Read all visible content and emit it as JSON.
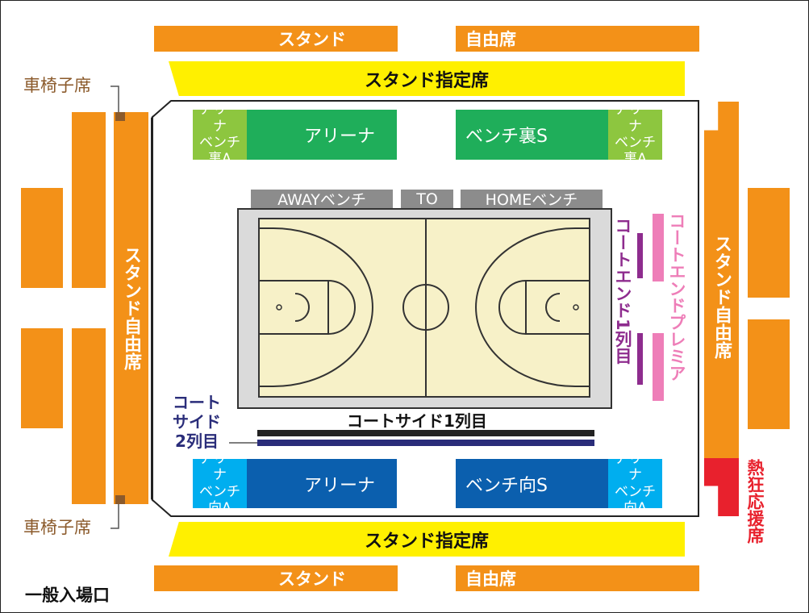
{
  "colors": {
    "stand": "#F39118",
    "reserved": "#FFF000",
    "arena_green": "#1FAE5A",
    "arena_light_green": "#8DC63F",
    "arena_blue": "#0B5FAE",
    "arena_light_blue": "#00AEEF",
    "court_fill": "#F7F1C8",
    "wheelchair_label": "#8B5A2B",
    "courtside_second": "#2A2D7A",
    "court_end_first": "#8E2C8E",
    "court_end_premier": "#EE7EB8",
    "fanatic": "#E8212D"
  },
  "top": {
    "stand": "スタンド",
    "free": "自由席",
    "reserved": "スタンド指定席"
  },
  "bottom": {
    "stand": "スタンド",
    "free": "自由席",
    "reserved": "スタンド指定席"
  },
  "left": {
    "wheelchair_top": "車椅子席",
    "wheelchair_bottom": "車椅子席",
    "stand_free": "スタンド自由席"
  },
  "right": {
    "stand_free": "スタンド自由席",
    "fanatic": "熱狂応援席"
  },
  "arena_top": {
    "left_bench_back_l1": "アリーナ",
    "left_bench_back_l2": "ベンチ裏A",
    "left_main": "アリーナ",
    "right_main": "ベンチ裏S",
    "right_bench_back_l1": "アリーナ",
    "right_bench_back_l2": "ベンチ裏A"
  },
  "arena_bottom": {
    "left_bench_face_l1": "アリーナ",
    "left_bench_face_l2": "ベンチ向A",
    "left_main": "アリーナ",
    "right_main": "ベンチ向S",
    "right_bench_face_l1": "アリーナ",
    "right_bench_face_l2": "ベンチ向A"
  },
  "benches": {
    "away": "AWAYベンチ",
    "to": "TO",
    "home": "HOMEベンチ"
  },
  "courtside": {
    "first_row": "コートサイド1列目",
    "second_row_l1": "コート",
    "second_row_l2": "サイド",
    "second_row_l3": "2列目"
  },
  "court_end": {
    "first_row": "コートエンド1列目",
    "premier": "コートエンドプレミア"
  },
  "entrance": "一般入場口"
}
